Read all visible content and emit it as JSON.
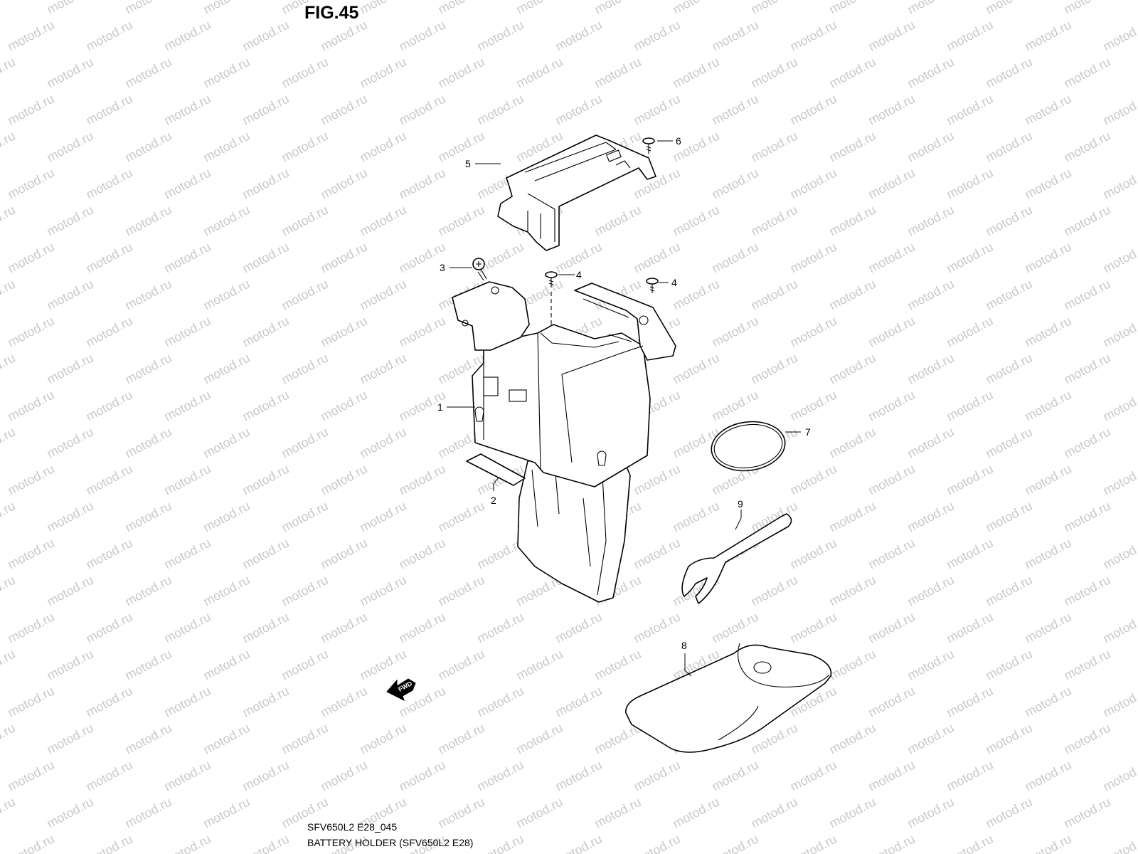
{
  "figure": {
    "title": "FIG.45"
  },
  "footer": {
    "code": "SFV650L2 E28_045",
    "name": "BATTERY HOLDER (SFV650L2 E28)"
  },
  "watermark": {
    "text": "motod.ru",
    "color": "#c9c9c9"
  },
  "fwd_arrow": {
    "label": "FWD",
    "icon": "forward-arrow-icon"
  },
  "callouts": [
    {
      "id": "1",
      "label": "1"
    },
    {
      "id": "2",
      "label": "2"
    },
    {
      "id": "3",
      "label": "3"
    },
    {
      "id": "4a",
      "label": "4"
    },
    {
      "id": "4b",
      "label": "4"
    },
    {
      "id": "5",
      "label": "5"
    },
    {
      "id": "6",
      "label": "6"
    },
    {
      "id": "7",
      "label": "7"
    },
    {
      "id": "8",
      "label": "8"
    },
    {
      "id": "9",
      "label": "9"
    }
  ]
}
